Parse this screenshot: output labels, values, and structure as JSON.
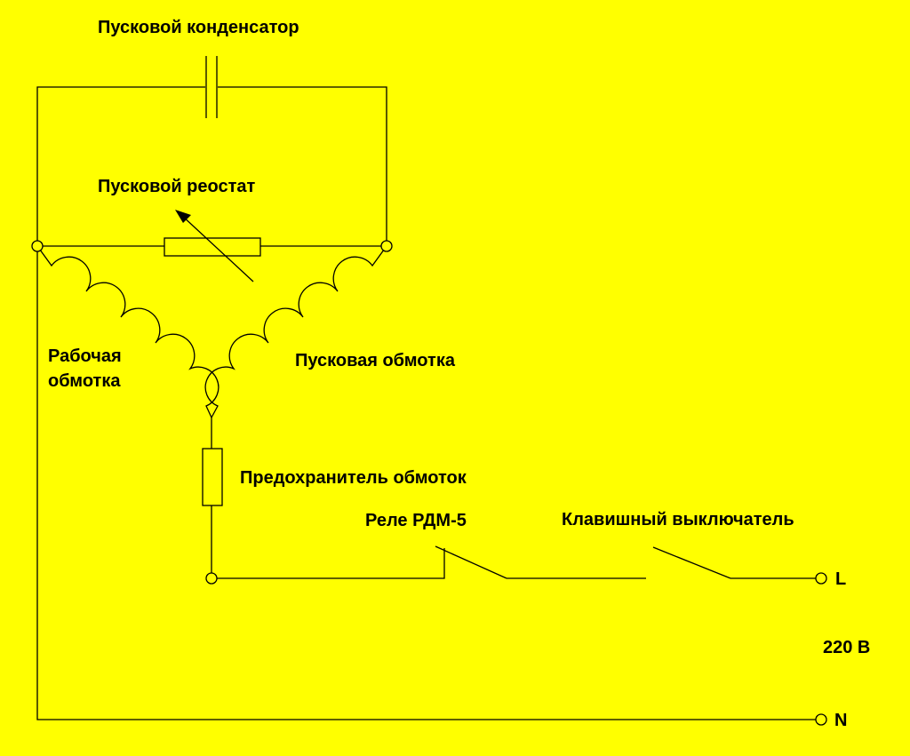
{
  "diagram": {
    "background": "#FFFF00",
    "line_color": "#000000",
    "labels": {
      "start_capacitor": "Пусковой конденсатор",
      "start_rheostat": "Пусковой реостат",
      "working_winding_line1": "Рабочая",
      "working_winding_line2": "обмотка",
      "start_winding": "Пусковая обмотка",
      "winding_fuse": "Предохранитель обмоток",
      "relay": "Реле РДМ-5",
      "rocker_switch": "Клавишный выключатель",
      "terminal_l": "L",
      "voltage": "220 В",
      "terminal_n": "N"
    }
  }
}
